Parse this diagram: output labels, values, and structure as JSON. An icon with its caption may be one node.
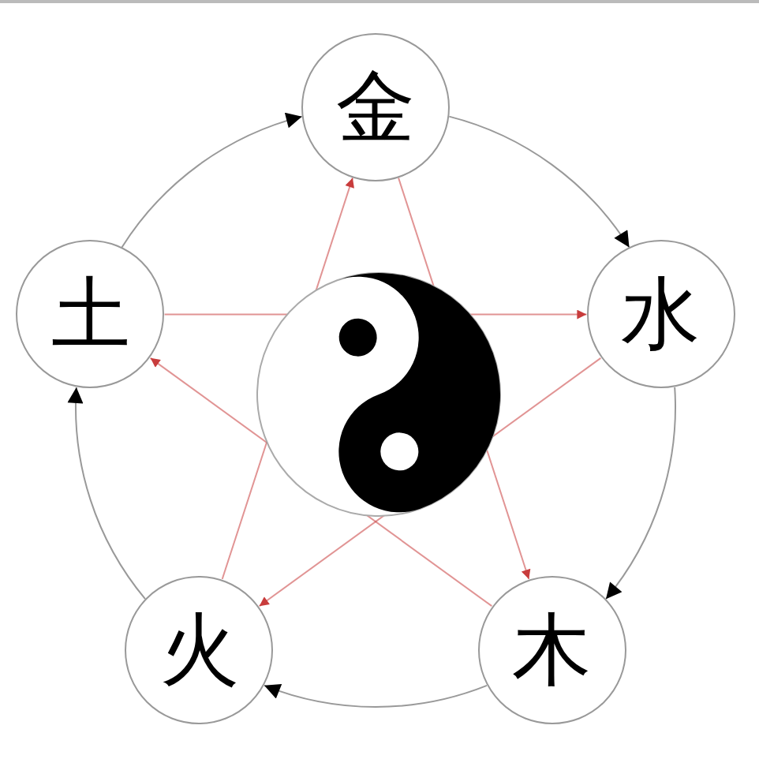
{
  "diagram": {
    "nodes": [
      {
        "text": [
          "金"
        ]
      },
      {
        "text": [
          "水"
        ]
      },
      {
        "text": [
          "木"
        ]
      },
      {
        "text": [
          "火"
        ]
      },
      {
        "text": [
          "土"
        ]
      }
    ],
    "edges": [
      {
        "from": 0,
        "to": 1,
        "arrow": "to"
      },
      {
        "from": 1,
        "to": 2,
        "arrow": "to"
      },
      {
        "from": 2,
        "to": 3,
        "arrow": "to"
      },
      {
        "from": 3,
        "to": 4,
        "arrow": "to"
      },
      {
        "from": 4,
        "to": 0,
        "arrow": "to"
      },
      {
        "from": 0,
        "to": 2,
        "arrow": "to",
        "color": "#c83c3c"
      },
      {
        "from": 2,
        "to": 4,
        "arrow": "to",
        "color": "#c83c3c"
      },
      {
        "from": 4,
        "to": 1,
        "arrow": "to",
        "color": "#c83c3c"
      },
      {
        "from": 1,
        "to": 3,
        "arrow": "to",
        "color": "#c83c3c"
      },
      {
        "from": 3,
        "to": 0,
        "arrow": "to",
        "color": "#c83c3c"
      }
    ]
  }
}
